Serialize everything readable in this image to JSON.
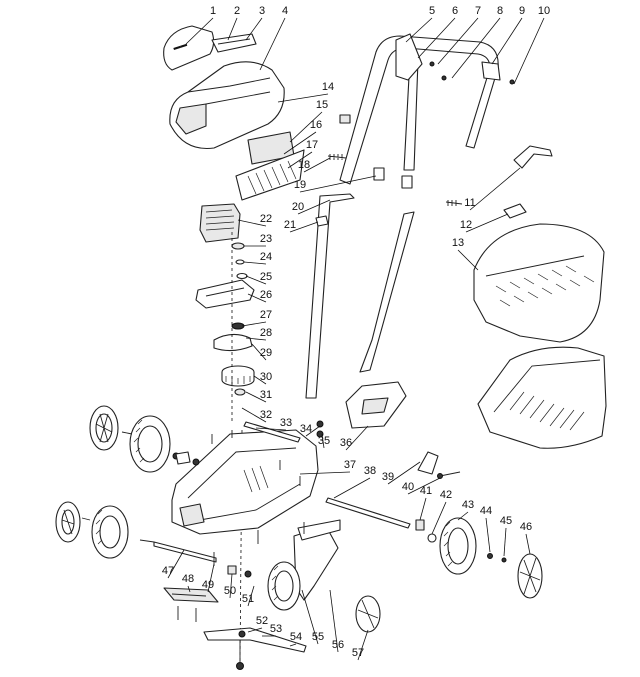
{
  "diagram": {
    "callouts": [
      {
        "id": "1",
        "text": "1"
      },
      {
        "id": "2",
        "text": "2"
      },
      {
        "id": "3",
        "text": "3"
      },
      {
        "id": "4",
        "text": "4"
      },
      {
        "id": "5",
        "text": "5"
      },
      {
        "id": "6",
        "text": "6"
      },
      {
        "id": "7",
        "text": "7"
      },
      {
        "id": "8",
        "text": "8"
      },
      {
        "id": "9",
        "text": "9"
      },
      {
        "id": "10",
        "text": "10"
      },
      {
        "id": "11",
        "text": "11"
      },
      {
        "id": "12",
        "text": "12"
      },
      {
        "id": "13",
        "text": "13"
      },
      {
        "id": "14",
        "text": "14"
      },
      {
        "id": "15",
        "text": "15"
      },
      {
        "id": "16",
        "text": "16"
      },
      {
        "id": "17",
        "text": "17"
      },
      {
        "id": "18",
        "text": "18"
      },
      {
        "id": "19",
        "text": "19"
      },
      {
        "id": "20",
        "text": "20"
      },
      {
        "id": "21",
        "text": "21"
      },
      {
        "id": "22",
        "text": "22"
      },
      {
        "id": "23",
        "text": "23"
      },
      {
        "id": "24",
        "text": "24"
      },
      {
        "id": "25",
        "text": "25"
      },
      {
        "id": "26",
        "text": "26"
      },
      {
        "id": "27",
        "text": "27"
      },
      {
        "id": "28",
        "text": "28"
      },
      {
        "id": "29",
        "text": "29"
      },
      {
        "id": "30",
        "text": "30"
      },
      {
        "id": "31",
        "text": "31"
      },
      {
        "id": "32",
        "text": "32"
      },
      {
        "id": "33",
        "text": "33"
      },
      {
        "id": "34",
        "text": "34"
      },
      {
        "id": "35",
        "text": "35"
      },
      {
        "id": "36",
        "text": "36"
      },
      {
        "id": "37",
        "text": "37"
      },
      {
        "id": "38",
        "text": "38"
      },
      {
        "id": "39",
        "text": "39"
      },
      {
        "id": "40",
        "text": "40"
      },
      {
        "id": "41",
        "text": "41"
      },
      {
        "id": "42",
        "text": "42"
      },
      {
        "id": "43",
        "text": "43"
      },
      {
        "id": "44",
        "text": "44"
      },
      {
        "id": "45",
        "text": "45"
      },
      {
        "id": "46",
        "text": "46"
      },
      {
        "id": "47",
        "text": "47"
      },
      {
        "id": "48",
        "text": "48"
      },
      {
        "id": "49",
        "text": "49"
      },
      {
        "id": "50",
        "text": "50"
      },
      {
        "id": "51",
        "text": "51"
      },
      {
        "id": "52",
        "text": "52"
      },
      {
        "id": "53",
        "text": "53"
      },
      {
        "id": "54",
        "text": "54"
      },
      {
        "id": "55",
        "text": "55"
      },
      {
        "id": "56",
        "text": "56"
      },
      {
        "id": "57",
        "text": "57"
      }
    ]
  }
}
